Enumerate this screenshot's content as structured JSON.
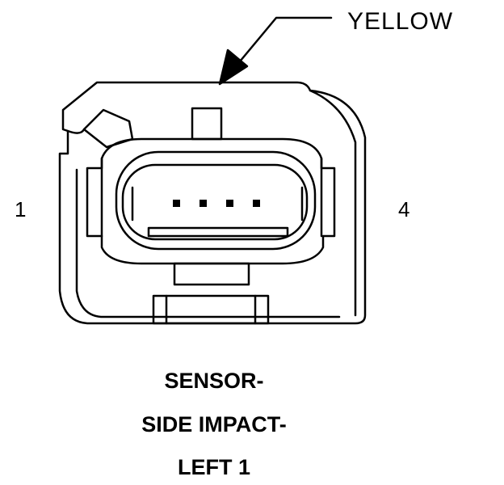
{
  "connector": {
    "color_label": "YELLOW",
    "pin_left": "1",
    "pin_right": "4",
    "pin_count": 4
  },
  "caption": {
    "line1": "SENSOR-",
    "line2": "SIDE IMPACT-",
    "line3": "LEFT 1"
  }
}
